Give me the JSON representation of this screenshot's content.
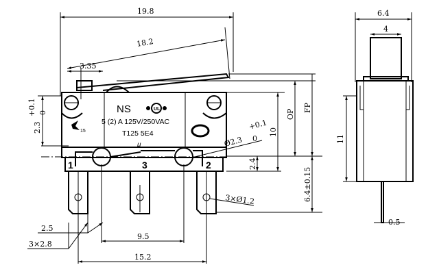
{
  "front_view": {
    "dimensions": {
      "overall_length": "19.8",
      "lever_length": "18.2",
      "lever_offset": "3.35",
      "mount_hole_height": "2.3",
      "mount_hole_tol_plus": "+0.1",
      "mount_hole_tol_minus": "0",
      "body_height": "10",
      "operating_position": "OP",
      "free_position": "FP",
      "terminal_offset": "2.4",
      "terminal_length": "6.4±0.15",
      "mount_hole_dia": "Ø2.3",
      "mount_hole_dia_tol_plus": "+0.1",
      "mount_hole_dia_tol_minus": "0",
      "terminal_hole": "3×Ø1.2",
      "terminal_edge": "2.5",
      "hole_spacing": "9.5",
      "terminal_width": "3×2.8",
      "terminal_span": "15.2"
    },
    "markings": {
      "brand": "NS",
      "rating": "5 (2) A 125V/250VAC",
      "code": "T125 5E4",
      "cycles": "15",
      "micro_symbol": "μ",
      "cert_mark": "UL",
      "terminal_labels": [
        "1",
        "3",
        "2"
      ]
    }
  },
  "side_view": {
    "dimensions": {
      "width": "6.4",
      "button_width": "4",
      "height": "11",
      "terminal_thickness": "0.5"
    }
  }
}
